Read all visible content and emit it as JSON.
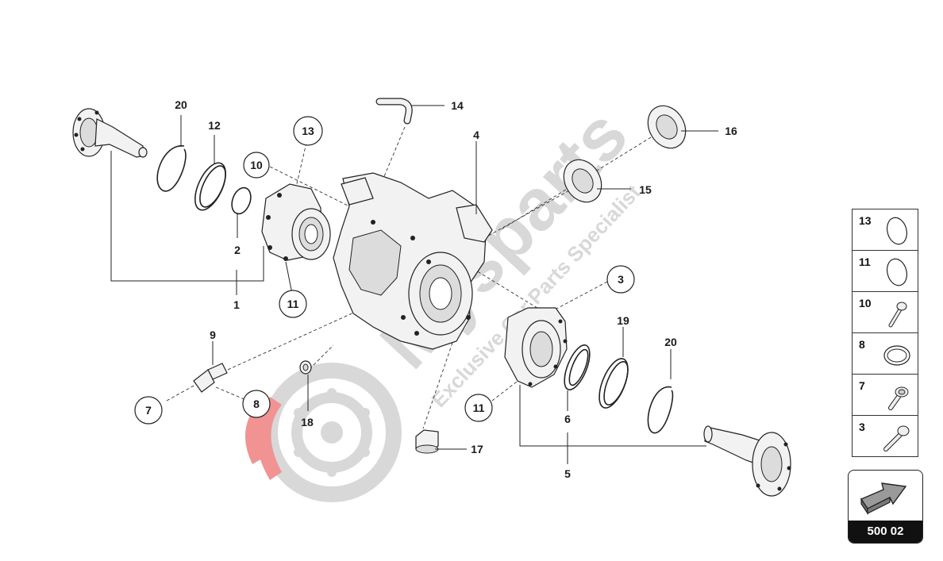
{
  "callouts": {
    "c20a": "20",
    "c12": "12",
    "c2": "2",
    "c1": "1",
    "c13": "13",
    "c10": "10",
    "c11a": "11",
    "c14": "14",
    "c4": "4",
    "c16": "16",
    "c15": "15",
    "c3": "3",
    "c19": "19",
    "c20b": "20",
    "c11b": "11",
    "c6": "6",
    "c5": "5",
    "c9": "9",
    "c7": "7",
    "c8": "8",
    "c18": "18",
    "c17": "17"
  },
  "watermark": {
    "brand": "Mysparts",
    "tagline": "Exclusive Car Parts Specialist"
  },
  "legend": [
    {
      "num": "13",
      "icon": "o-ring-icon"
    },
    {
      "num": "11",
      "icon": "o-ring-icon"
    },
    {
      "num": "10",
      "icon": "bolt-icon"
    },
    {
      "num": "8",
      "icon": "seal-ring-icon"
    },
    {
      "num": "7",
      "icon": "flange-bolt-icon"
    },
    {
      "num": "3",
      "icon": "long-bolt-icon"
    }
  ],
  "page_code": "500 02",
  "colors": {
    "watermark_gray": "#b9b9b9",
    "watermark_red": "#e63b3b",
    "line": "#222222"
  }
}
